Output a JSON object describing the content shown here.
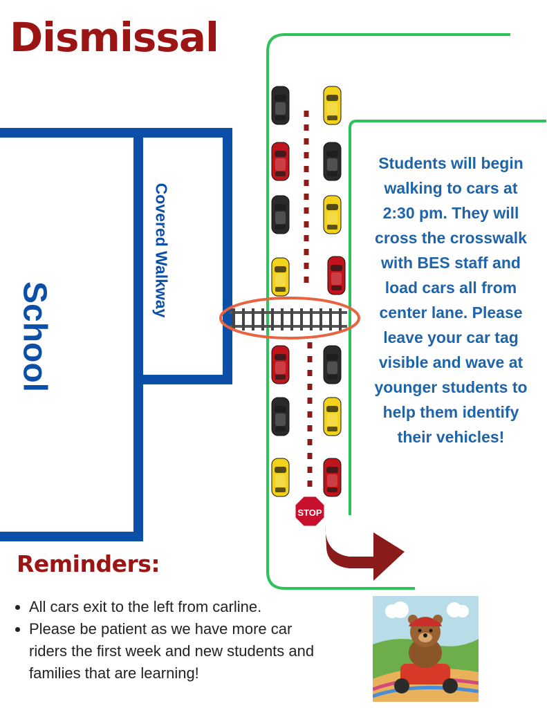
{
  "title": "Dismissal",
  "map": {
    "school_label": "School",
    "walkway_label": "Covered Walkway",
    "stop_sign": "STOP"
  },
  "instructions": "Students will begin walking to cars at 2:30 pm. They will cross the crosswalk with BES staff and load cars all from center lane. Please leave your car tag visible and wave at younger students to help them identify their vehicles!",
  "reminders": {
    "title": "Reminders:",
    "items": [
      "All cars exit to the left from carline.",
      "Please be patient as we have more car riders the first week and new students and families that are learning!"
    ]
  },
  "colors": {
    "title_red": "#9b1515",
    "school_blue": "#0b4fa8",
    "text_blue": "#1f63a8",
    "lane_green": "#2ec35a",
    "dotted_line": "#8b1a1a",
    "crosswalk_circle": "#e8633f",
    "arrow": "#8b1a1a"
  },
  "cars": [
    {
      "color": "black"
    },
    {
      "color": "yellow"
    },
    {
      "color": "red"
    },
    {
      "color": "black"
    },
    {
      "color": "black"
    },
    {
      "color": "yellow"
    },
    {
      "color": "yellow"
    },
    {
      "color": "red"
    },
    {
      "color": "red"
    },
    {
      "color": "black"
    },
    {
      "color": "black"
    },
    {
      "color": "yellow"
    },
    {
      "color": "yellow"
    },
    {
      "color": "red"
    }
  ],
  "icons": {
    "mascot": "bear-driving-go-kart-image",
    "exit_arrow": "curved-arrow-right-icon",
    "stop": "stop-sign-icon",
    "track": "railroad-track-crosswalk-icon"
  }
}
